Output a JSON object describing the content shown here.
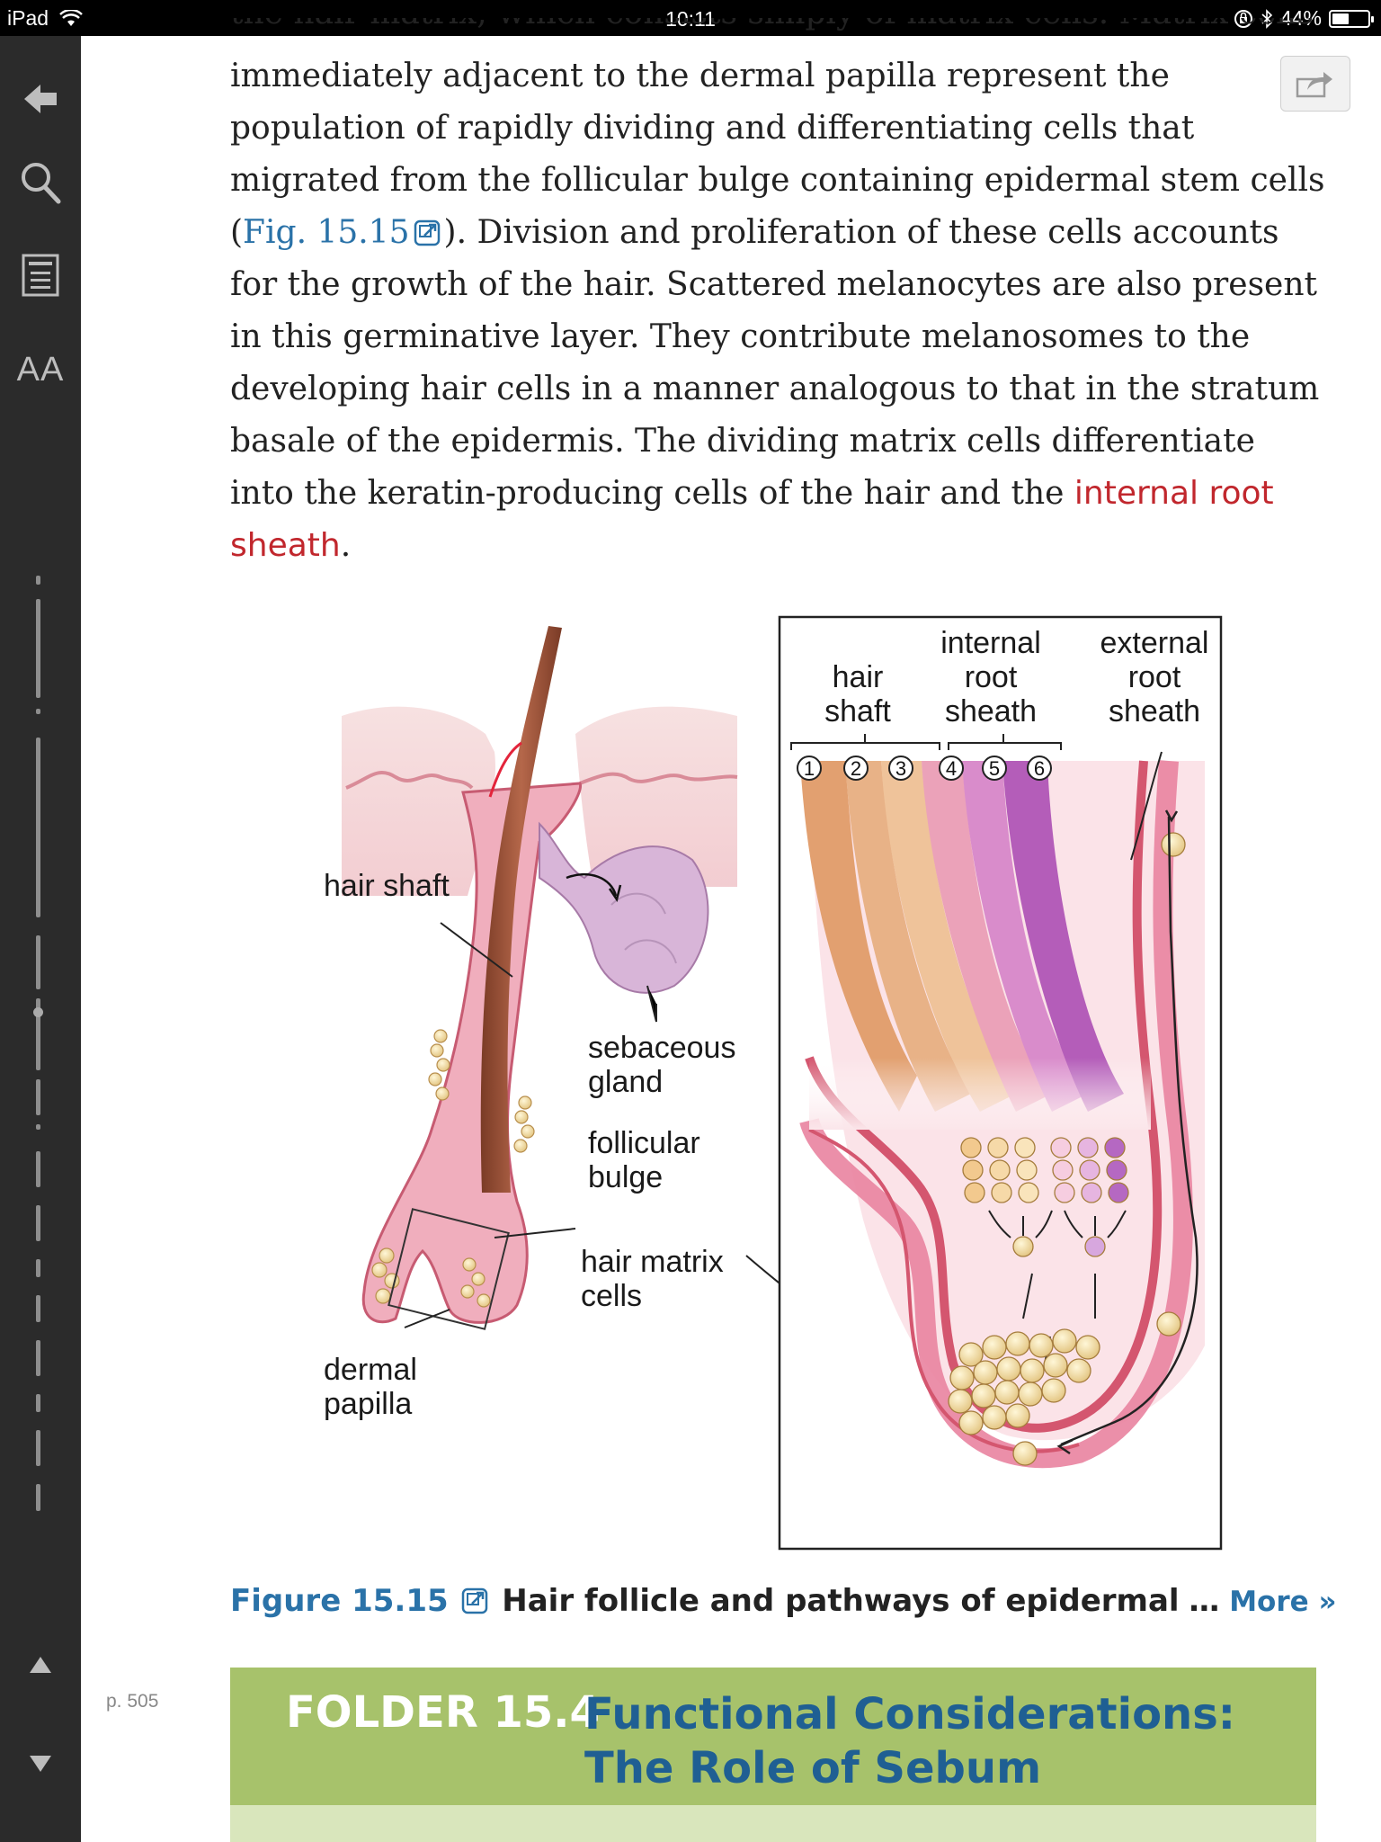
{
  "status_bar": {
    "device": "iPad",
    "time": "10:11",
    "battery": "44%"
  },
  "sidebar": {
    "font_size_label": "AA",
    "page_label": "p. 505"
  },
  "article": {
    "clipped_top_line": "the hair matrix, which consists simply of matrix cells. Matrix cells",
    "paragraph_start": "immediately adjacent to the dermal papilla represent the population of rapidly dividing and differentiating cells that migrated from the follicular bulge containing epidermal stem cells (",
    "fig_link": "Fig. 15.15",
    "paragraph_mid": "). Division and proliferation of these cells accounts for the growth of the hair. Scattered melanocytes are also present in this germinative layer. They contribute melanosomes to the developing hair cells in a manner analogous to that in the stratum basale of the epidermis. The dividing matrix cells differentiate into the keratin-producing cells of the hair and the ",
    "term_internal_root_sheath": "internal root sheath",
    "paragraph_end": "."
  },
  "figure": {
    "labels": {
      "hair_shaft_left": "hair shaft",
      "sebaceous_1": "sebaceous",
      "sebaceous_2": "gland",
      "bulge_1": "follicular",
      "bulge_2": "bulge",
      "matrix_1": "hair matrix",
      "matrix_2": "cells",
      "papilla_1": "dermal",
      "papilla_2": "papilla",
      "hs_1": "hair",
      "hs_2": "shaft",
      "irs_1": "internal",
      "irs_2": "root",
      "irs_3": "sheath",
      "ers_1": "external",
      "ers_2": "root",
      "ers_3": "sheath",
      "n1": "1",
      "n2": "2",
      "n3": "3",
      "n4": "4",
      "n5": "5",
      "n6": "6"
    }
  },
  "caption": {
    "figure_link": "Figure 15.15",
    "title": "Hair follicle and pathways of epidermal",
    "ellipsis": "…",
    "more": "More »"
  },
  "folder": {
    "code": "FOLDER 15.4",
    "title": "Functional Considerations: The Role of Sebum"
  },
  "colors": {
    "link": "#2a72a8",
    "term": "#c1272d",
    "folder_bg": "#a7c26b",
    "folder_title": "#1f5f93"
  }
}
